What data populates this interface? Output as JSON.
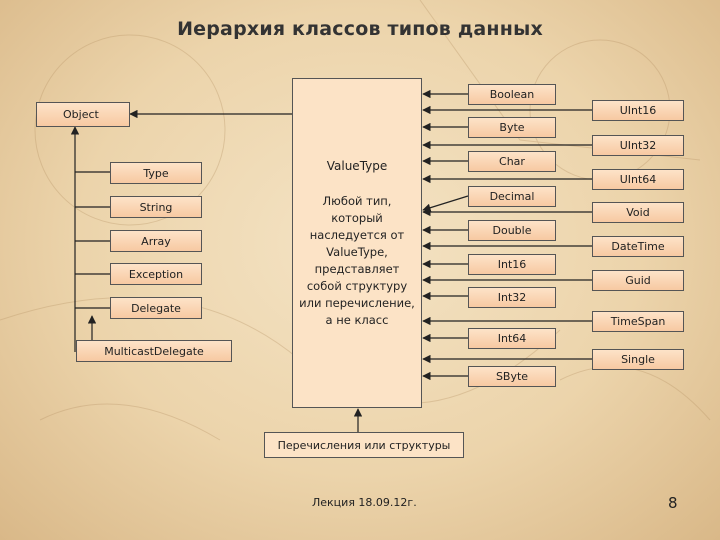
{
  "title": "Иерархия классов типов данных",
  "object": "Object",
  "left_types": [
    "Type",
    "String",
    "Array",
    "Exception",
    "Delegate"
  ],
  "multicast": "MulticastDelegate",
  "valuetype": {
    "title": "ValueType",
    "description": "Любой тип, который наследуется от ValueType, представляет собой структуру или перечисление, а не класс"
  },
  "column_a": [
    "Boolean",
    "Byte",
    "Char",
    "Decimal",
    "Double",
    "Int16",
    "Int32",
    "Int64",
    "SByte"
  ],
  "column_b": [
    "UInt16",
    "UInt32",
    "UInt64",
    "Void",
    "DateTime",
    "Guid",
    "TimeSpan",
    "Single"
  ],
  "enum_box": "Перечисления или структуры",
  "footer": "Лекция 18.09.12г.",
  "page_number": "8",
  "colors": {
    "box_fill": "#fde3c8",
    "border": "#555555",
    "background": "#ecd4ab"
  }
}
